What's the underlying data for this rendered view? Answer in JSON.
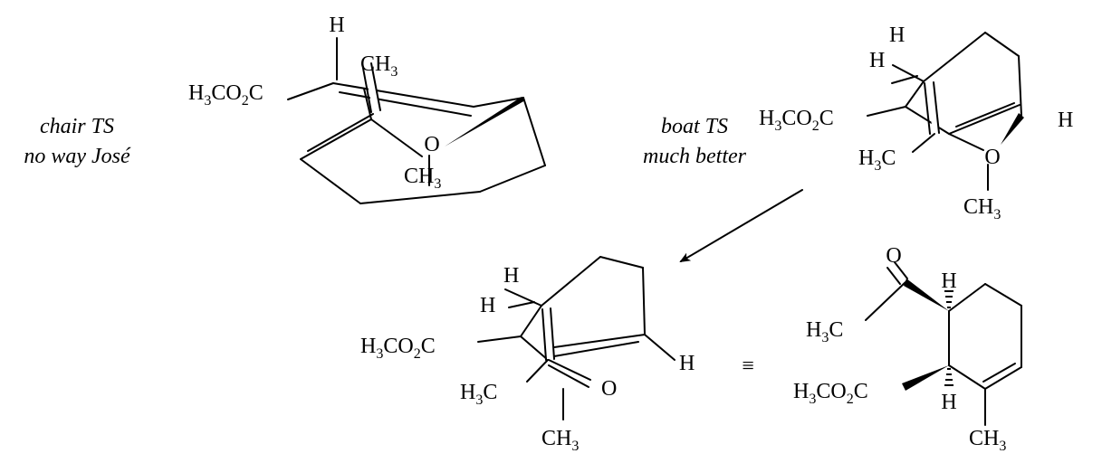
{
  "captions": {
    "chair": [
      "chair TS",
      "no way José"
    ],
    "boat": [
      "boat TS",
      "much better"
    ]
  },
  "atoms": {
    "h": "H",
    "o": "O",
    "ch3_prefix": "CH",
    "h3c_prefix": "H",
    "h3c_suffix": "C",
    "ester_a": "H",
    "ester_b": "CO",
    "ester_c": "C",
    "sub3": "3",
    "sub2": "2"
  },
  "equivalence_symbol": "≡",
  "colors": {
    "ink": "#000000",
    "background": "#ffffff"
  }
}
